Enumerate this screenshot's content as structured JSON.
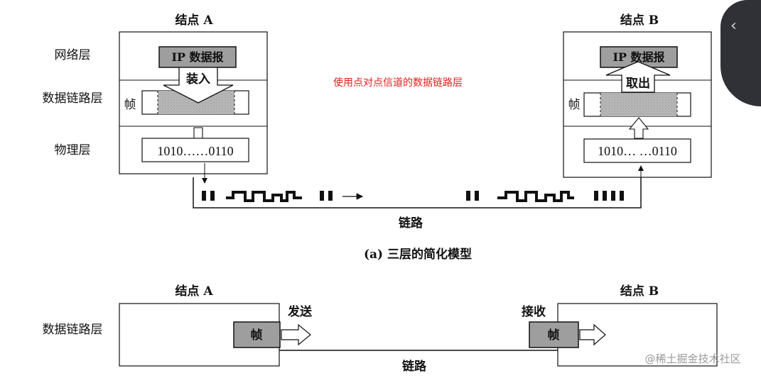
{
  "figure_a": {
    "node_a": "结点 A",
    "node_b": "结点 B",
    "layers": {
      "network": "网络层",
      "datalink": "数据链路层",
      "physical": "物理层"
    },
    "ip_packet": "IP 数据报",
    "encapsulate": "装入",
    "extract": "取出",
    "frame": "帧",
    "bits_a": "1010……0110",
    "bits_b": "1010… …0110",
    "link": "链路",
    "annotation": "使用点对点信道的数据链路层",
    "caption": "(a) 三层的简化模型"
  },
  "figure_b": {
    "node_a": "结点 A",
    "node_b": "结点 B",
    "layer": "数据链路层",
    "send": "发送",
    "receive": "接收",
    "frame": "帧",
    "link": "链路"
  },
  "watermark": "@稀土掘金技术社区",
  "sidebar": {
    "toggle_glyph": "‹",
    "color": "#2f3136"
  }
}
